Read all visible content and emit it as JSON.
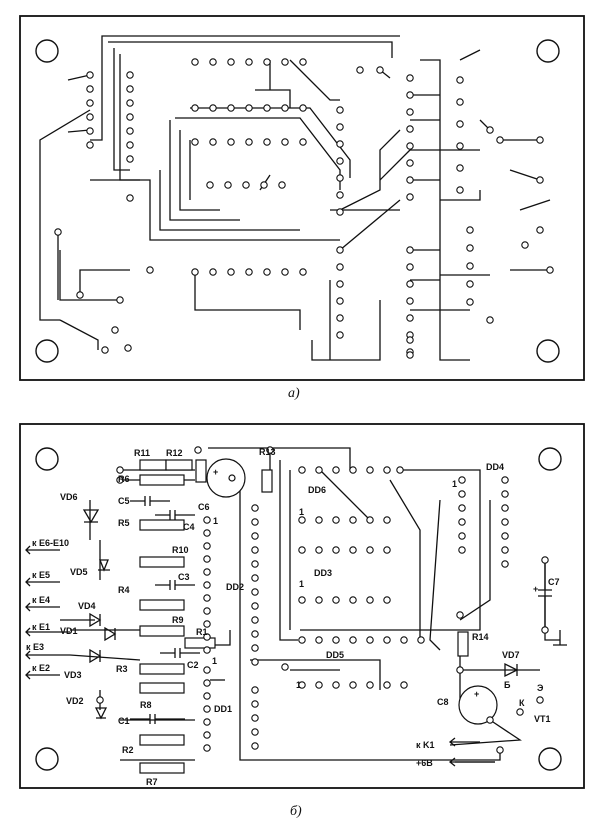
{
  "captions": {
    "top": "а)",
    "bottom": "б)"
  },
  "labels": {
    "r11": "R11",
    "r12": "R12",
    "r6": "R6",
    "r13": "R13",
    "c5": "C5",
    "c6": "C6",
    "r5": "R5",
    "c4": "C4",
    "r10": "R10",
    "c3": "C3",
    "r4": "R4",
    "r9": "R9",
    "r1": "R1",
    "c2": "C2",
    "r3": "R3",
    "r8": "R8",
    "c1": "C1",
    "r2": "R2",
    "r7": "R7",
    "vd6": "VD6",
    "vd5": "VD5",
    "vd4": "VD4",
    "vd1": "VD1",
    "vd3": "VD3",
    "vd2": "VD2",
    "vd7": "VD7",
    "dd1": "DD1",
    "dd2": "DD2",
    "dd3": "DD3",
    "dd4": "DD4",
    "dd5": "DD5",
    "dd6": "DD6",
    "c7": "C7",
    "c8": "C8",
    "r14": "R14",
    "vt1": "VT1",
    "b": "Б",
    "k": "К",
    "e": "Э",
    "ke6e10": "к E6-E10",
    "ke5": "к E5",
    "ke4": "к E4",
    "ke1": "к E1",
    "ke3": "к E3",
    "ke2": "к E2",
    "kk1": "к K1",
    "plus6v": "+6В",
    "one": "1",
    "plus": "+"
  }
}
